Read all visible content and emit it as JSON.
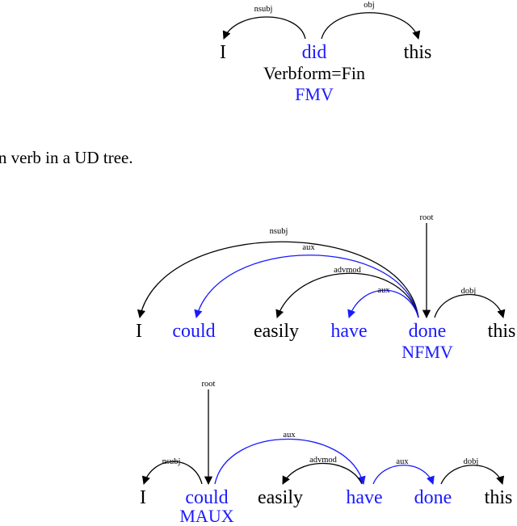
{
  "tree1": {
    "words": [
      "I",
      "did",
      "this"
    ],
    "relations": {
      "nsubj": "nsubj",
      "obj": "obj"
    },
    "feature": "Verbform=Fin",
    "tag": "FMV"
  },
  "caption_fragment": "in verb in a UD tree.",
  "tree2": {
    "words": [
      "I",
      "could",
      "easily",
      "have",
      "done",
      "this"
    ],
    "relations": {
      "root": "root",
      "nsubj": "nsubj",
      "aux1": "aux",
      "advmod": "advmod",
      "aux2": "aux",
      "dobj": "dobj"
    },
    "tag": "NFMV"
  },
  "tree3": {
    "words": [
      "I",
      "could",
      "easily",
      "have",
      "done",
      "this"
    ],
    "relations": {
      "root": "root",
      "nsubj": "nsubj",
      "aux1": "aux",
      "advmod": "advmod",
      "aux2": "aux",
      "dobj": "dobj"
    },
    "tag": "MAUX"
  },
  "colors": {
    "highlight": "#1a1aff",
    "text": "#000000"
  }
}
